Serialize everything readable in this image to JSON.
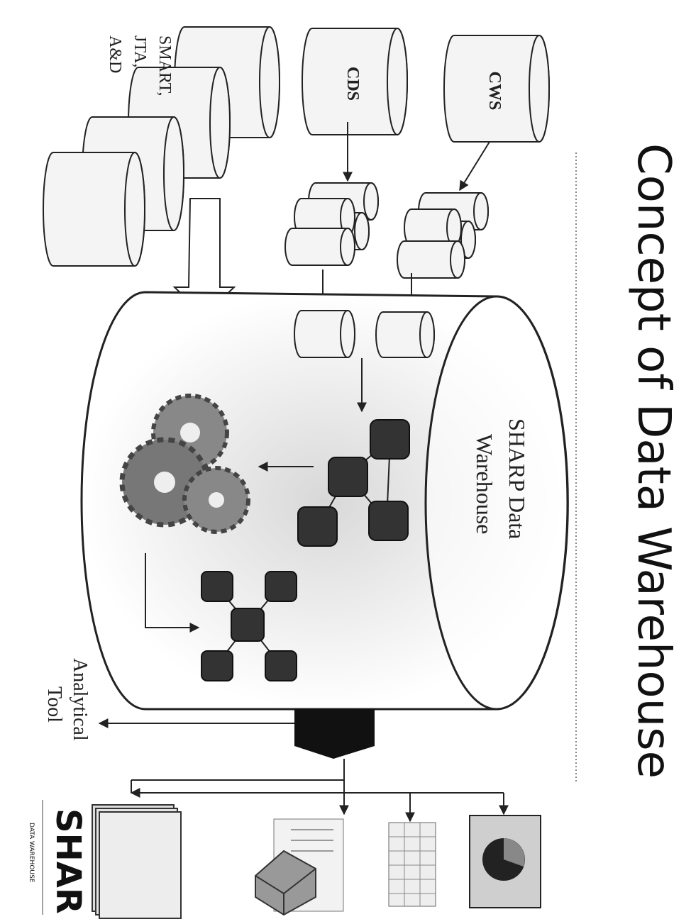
{
  "title": "Concept of Data Warehouse",
  "warehouse": {
    "line1": "SHARP Data",
    "line2": "Warehouse"
  },
  "sources": {
    "cws": "CWS",
    "cds": "CDS",
    "smart": [
      "SMART,",
      "JTA,",
      "A&D"
    ]
  },
  "analytical_tool": {
    "line1": "Analytical",
    "line2": "Tool"
  },
  "logo": {
    "text": "SHAR",
    "subtitle": "DATA WAREHOUSE"
  }
}
